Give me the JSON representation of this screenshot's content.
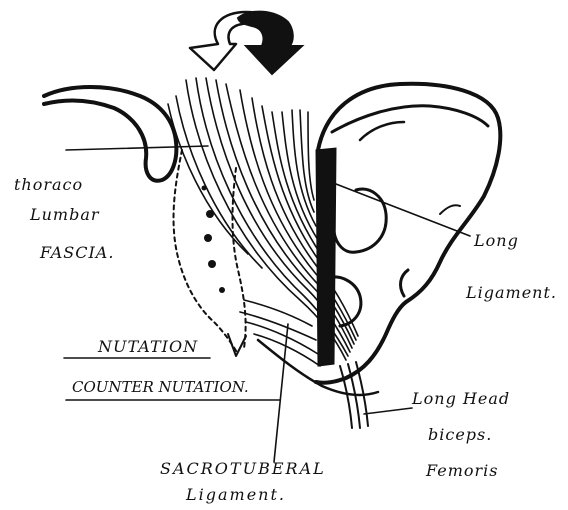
{
  "diagram": {
    "labels": {
      "thoraco_line1": "thoraco",
      "thoraco_line2": "Lumbar",
      "thoraco_line3": "FASCIA.",
      "long_lig_line1": "Long",
      "long_lig_line2": "Ligament.",
      "nutation": "NUTATION",
      "counter_nutation": "COUNTER NUTATION.",
      "long_head_line1": "Long Head",
      "long_head_line2": "biceps.",
      "long_head_line3": "Femoris",
      "sacro_line1": "SACROTUBERAL",
      "sacro_line2": "Ligament."
    }
  }
}
